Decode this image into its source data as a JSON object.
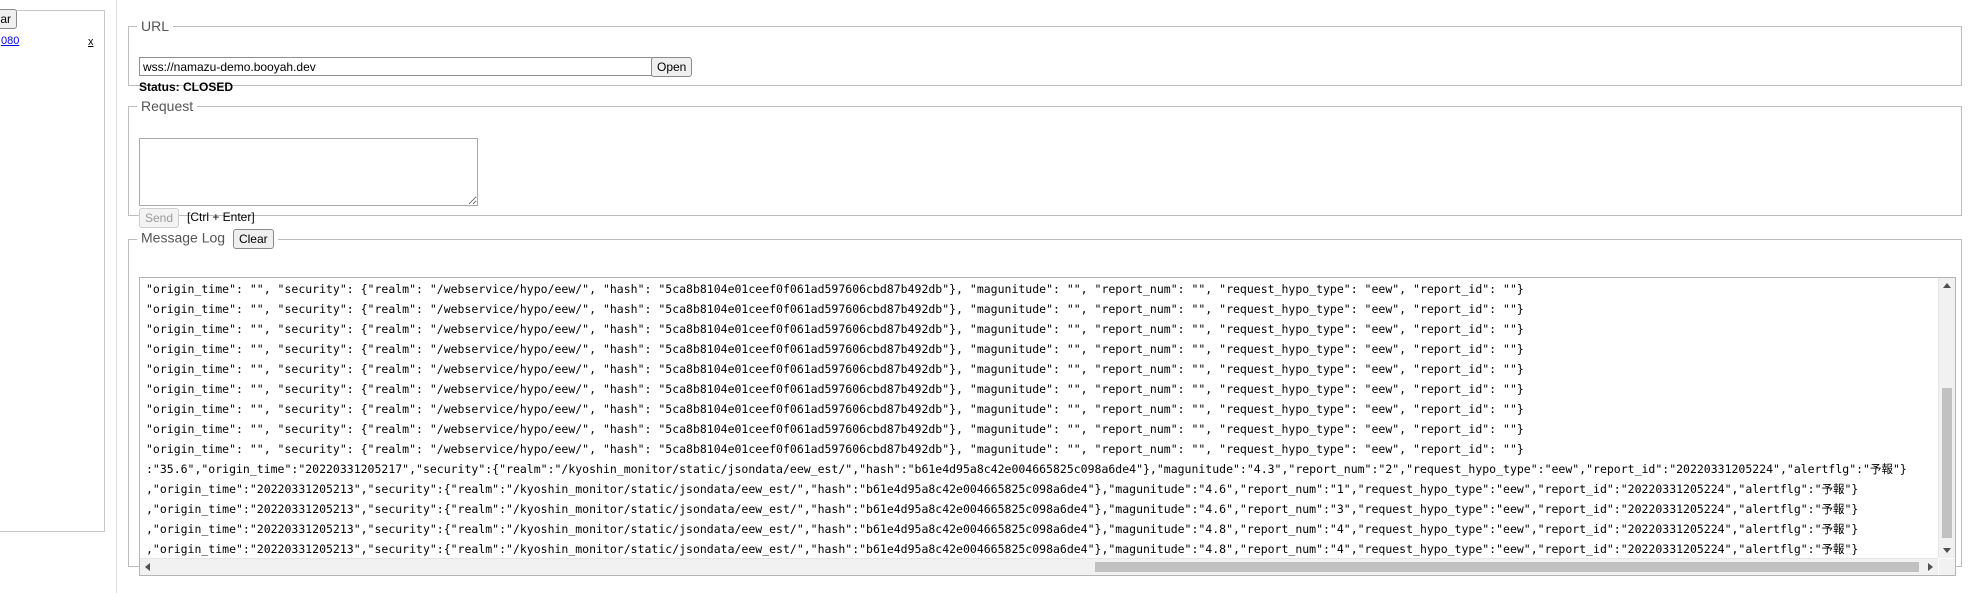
{
  "sidebar": {
    "clear_label": "lear",
    "history_item": "080",
    "remove_label": "x"
  },
  "url_section": {
    "legend": "URL",
    "url_value": "wss://namazu-demo.booyah.dev",
    "open_label": "Open",
    "status_label": "Status:",
    "status_value": "CLOSED"
  },
  "request_section": {
    "legend": "Request",
    "body_value": "",
    "send_label": "Send",
    "send_hint": "[Ctrl + Enter]"
  },
  "log_section": {
    "legend": "Message Log",
    "clear_label": "Clear",
    "lines": [
      "\"origin_time\": \"\", \"security\": {\"realm\": \"/webservice/hypo/eew/\", \"hash\": \"5ca8b8104e01ceef0f061ad597606cbd87b492db\"}, \"magunitude\": \"\", \"report_num\": \"\", \"request_hypo_type\": \"eew\", \"report_id\": \"\"}",
      "\"origin_time\": \"\", \"security\": {\"realm\": \"/webservice/hypo/eew/\", \"hash\": \"5ca8b8104e01ceef0f061ad597606cbd87b492db\"}, \"magunitude\": \"\", \"report_num\": \"\", \"request_hypo_type\": \"eew\", \"report_id\": \"\"}",
      "\"origin_time\": \"\", \"security\": {\"realm\": \"/webservice/hypo/eew/\", \"hash\": \"5ca8b8104e01ceef0f061ad597606cbd87b492db\"}, \"magunitude\": \"\", \"report_num\": \"\", \"request_hypo_type\": \"eew\", \"report_id\": \"\"}",
      "\"origin_time\": \"\", \"security\": {\"realm\": \"/webservice/hypo/eew/\", \"hash\": \"5ca8b8104e01ceef0f061ad597606cbd87b492db\"}, \"magunitude\": \"\", \"report_num\": \"\", \"request_hypo_type\": \"eew\", \"report_id\": \"\"}",
      "\"origin_time\": \"\", \"security\": {\"realm\": \"/webservice/hypo/eew/\", \"hash\": \"5ca8b8104e01ceef0f061ad597606cbd87b492db\"}, \"magunitude\": \"\", \"report_num\": \"\", \"request_hypo_type\": \"eew\", \"report_id\": \"\"}",
      "\"origin_time\": \"\", \"security\": {\"realm\": \"/webservice/hypo/eew/\", \"hash\": \"5ca8b8104e01ceef0f061ad597606cbd87b492db\"}, \"magunitude\": \"\", \"report_num\": \"\", \"request_hypo_type\": \"eew\", \"report_id\": \"\"}",
      "\"origin_time\": \"\", \"security\": {\"realm\": \"/webservice/hypo/eew/\", \"hash\": \"5ca8b8104e01ceef0f061ad597606cbd87b492db\"}, \"magunitude\": \"\", \"report_num\": \"\", \"request_hypo_type\": \"eew\", \"report_id\": \"\"}",
      "\"origin_time\": \"\", \"security\": {\"realm\": \"/webservice/hypo/eew/\", \"hash\": \"5ca8b8104e01ceef0f061ad597606cbd87b492db\"}, \"magunitude\": \"\", \"report_num\": \"\", \"request_hypo_type\": \"eew\", \"report_id\": \"\"}",
      "\"origin_time\": \"\", \"security\": {\"realm\": \"/webservice/hypo/eew/\", \"hash\": \"5ca8b8104e01ceef0f061ad597606cbd87b492db\"}, \"magunitude\": \"\", \"report_num\": \"\", \"request_hypo_type\": \"eew\", \"report_id\": \"\"}",
      ":\"35.6\",\"origin_time\":\"20220331205217\",\"security\":{\"realm\":\"/kyoshin_monitor/static/jsondata/eew_est/\",\"hash\":\"b61e4d95a8c42e004665825c098a6de4\"},\"magunitude\":\"4.3\",\"report_num\":\"2\",\"request_hypo_type\":\"eew\",\"report_id\":\"20220331205224\",\"alertflg\":\"予報\"}",
      ",\"origin_time\":\"20220331205213\",\"security\":{\"realm\":\"/kyoshin_monitor/static/jsondata/eew_est/\",\"hash\":\"b61e4d95a8c42e004665825c098a6de4\"},\"magunitude\":\"4.6\",\"report_num\":\"1\",\"request_hypo_type\":\"eew\",\"report_id\":\"20220331205224\",\"alertflg\":\"予報\"}",
      ",\"origin_time\":\"20220331205213\",\"security\":{\"realm\":\"/kyoshin_monitor/static/jsondata/eew_est/\",\"hash\":\"b61e4d95a8c42e004665825c098a6de4\"},\"magunitude\":\"4.6\",\"report_num\":\"3\",\"request_hypo_type\":\"eew\",\"report_id\":\"20220331205224\",\"alertflg\":\"予報\"}",
      ",\"origin_time\":\"20220331205213\",\"security\":{\"realm\":\"/kyoshin_monitor/static/jsondata/eew_est/\",\"hash\":\"b61e4d95a8c42e004665825c098a6de4\"},\"magunitude\":\"4.8\",\"report_num\":\"4\",\"request_hypo_type\":\"eew\",\"report_id\":\"20220331205224\",\"alertflg\":\"予報\"}",
      ",\"origin_time\":\"20220331205213\",\"security\":{\"realm\":\"/kyoshin_monitor/static/jsondata/eew_est/\",\"hash\":\"b61e4d95a8c42e004665825c098a6de4\"},\"magunitude\":\"4.8\",\"report_num\":\"4\",\"request_hypo_type\":\"eew\",\"report_id\":\"20220331205224\",\"alertflg\":\"予報\"}"
    ]
  }
}
